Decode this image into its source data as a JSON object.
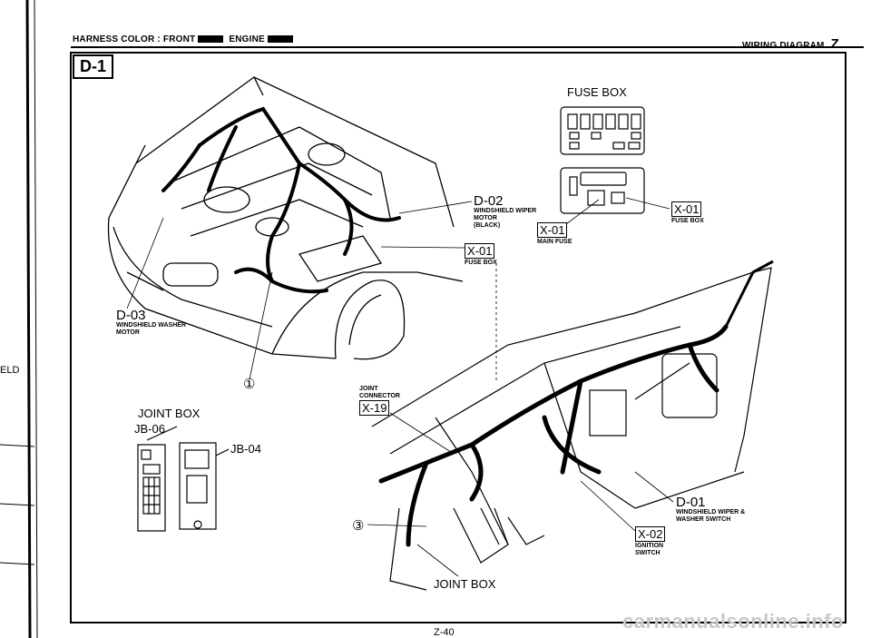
{
  "header": {
    "harness_color": "HARNESS COLOR",
    "separator": ":",
    "front": "FRONT",
    "engine": "ENGINE",
    "diagram_title": "WIRING DIAGRAM",
    "section_letter": "Z"
  },
  "page_id": "D-1",
  "margin_text": "ELD",
  "fuse_box": {
    "title": "FUSE BOX",
    "x01_code": "X-01",
    "x01_desc": "FUSE BOX",
    "main_fuse_code": "X-01",
    "main_fuse_desc": "MAIN FUSE"
  },
  "engine_bay": {
    "d02_code": "D-02",
    "d02_desc_1": "WINDSHIELD WIPER",
    "d02_desc_2": "MOTOR",
    "d02_desc_3": "(BLACK)",
    "x01_code": "X-01",
    "x01_desc": "FUSE BOX",
    "d03_code": "D-03",
    "d03_desc_1": "WINDSHIELD WASHER",
    "d03_desc_2": "MOTOR",
    "marker_1": "①"
  },
  "joint_box_left": {
    "title": "JOINT BOX",
    "jb06": "JB-06",
    "jb04": "JB-04"
  },
  "dashboard": {
    "joint_connector_1": "JOINT",
    "joint_connector_2": "CONNECTOR",
    "x19_code": "X-19",
    "d01_code": "D-01",
    "d01_desc_1": "WINDSHIELD WIPER &",
    "d01_desc_2": "WASHER SWITCH",
    "x02_code": "X-02",
    "x02_desc_1": "IGNITION",
    "x02_desc_2": "SWITCH",
    "marker_3": "③",
    "joint_box": "JOINT BOX"
  },
  "footer": {
    "page_number": "Z-40",
    "watermark": "carmanualsonline.info"
  }
}
